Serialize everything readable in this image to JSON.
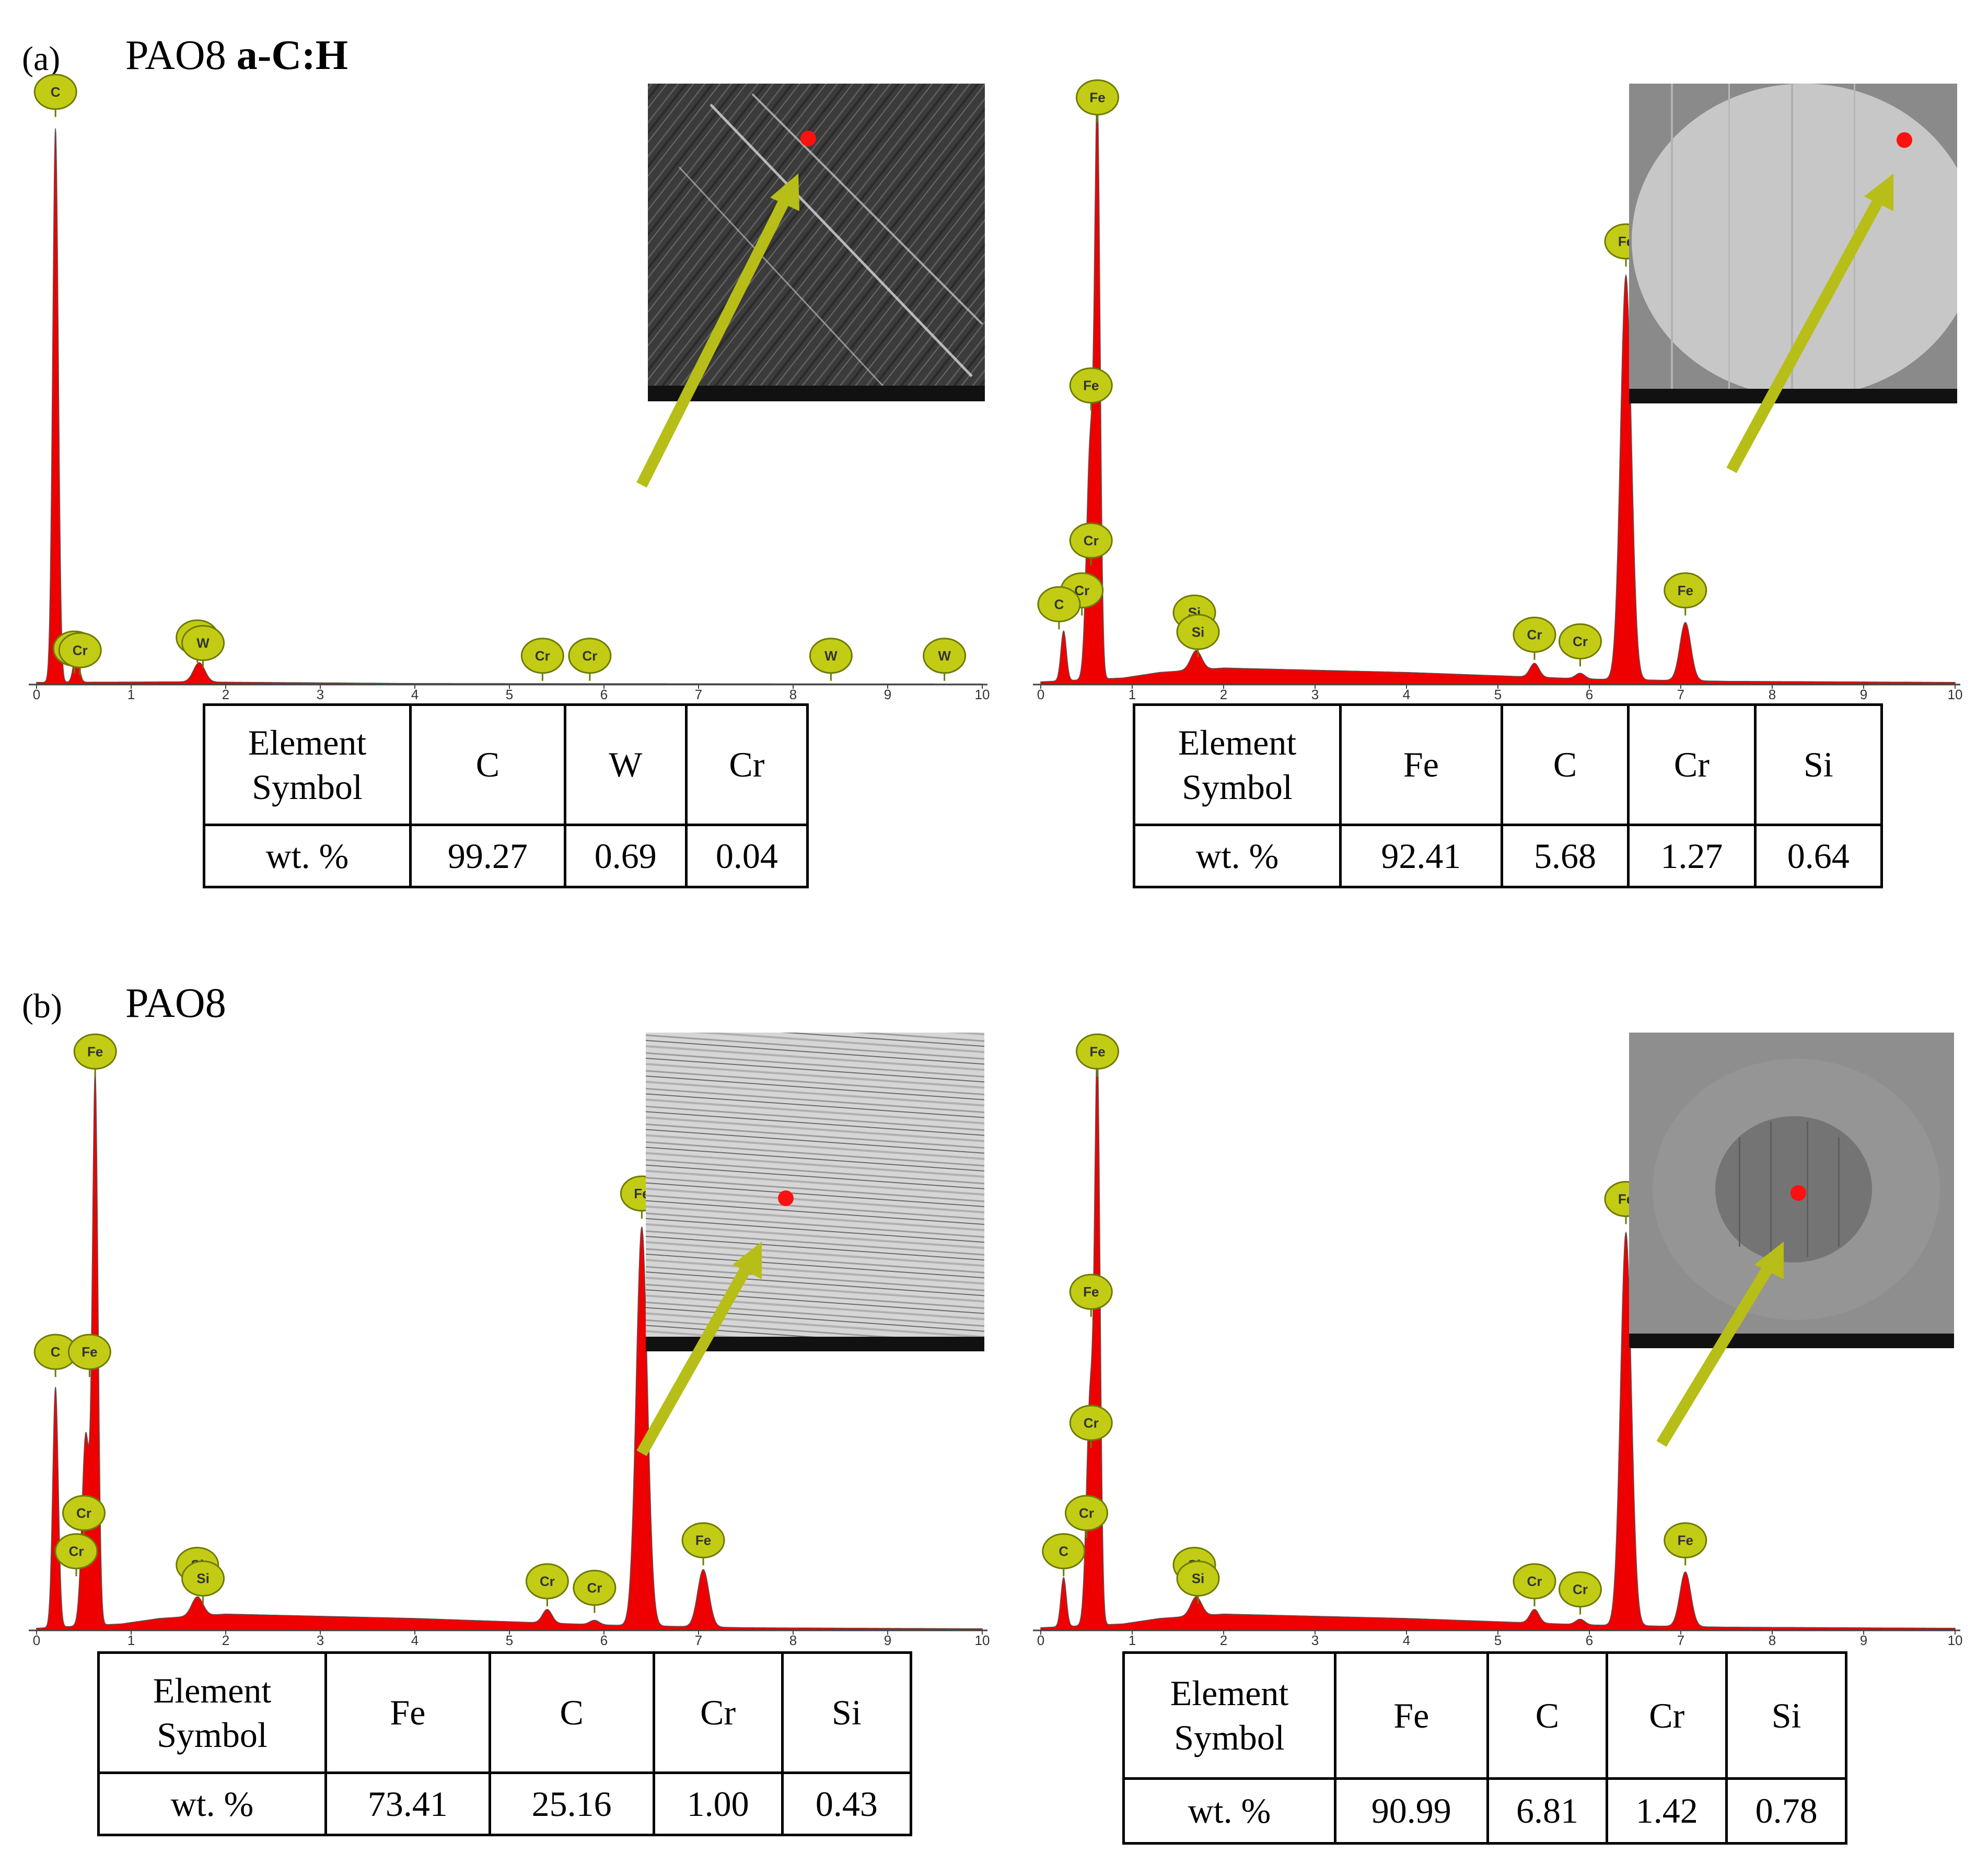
{
  "rows": [
    {
      "label": "(a)",
      "title_plain": "PAO8 ",
      "title_bold": "a-C:H"
    },
    {
      "label": "(b)",
      "title_plain": "PAO8",
      "title_bold": ""
    }
  ],
  "colors": {
    "spectrum_fill": "#ee0000",
    "badge_fill": "#c3cc15",
    "badge_stroke": "#6d7a00",
    "arrow": "#b7be17",
    "marker": "#ff1010"
  },
  "chart_data": [
    {
      "type": "area",
      "panel": "a-left",
      "xlim": [
        0,
        10
      ],
      "ticks": [
        "0",
        "1",
        "2",
        "3",
        "4",
        "5",
        "6",
        "7",
        "8",
        "9",
        "10"
      ],
      "peaks": [
        {
          "x": 0.2,
          "h": 1.0,
          "w": 0.03
        },
        {
          "x": 0.42,
          "h": 0.055,
          "w": 0.03
        },
        {
          "x": 1.72,
          "h": 0.035,
          "w": 0.06
        }
      ],
      "baseline": [
        [
          0,
          0.004
        ],
        [
          1.5,
          0.005
        ],
        [
          4,
          0.002
        ],
        [
          10,
          0.001
        ]
      ],
      "badges": [
        {
          "el": "C",
          "x": 0.2,
          "h": 1.07
        },
        {
          "el": "Cr",
          "x": 0.4,
          "h": 0.065
        },
        {
          "el": "Cr",
          "x": 0.46,
          "h": 0.062
        },
        {
          "el": "W",
          "x": 1.7,
          "h": 0.085
        },
        {
          "el": "W",
          "x": 1.76,
          "h": 0.075
        },
        {
          "el": "Cr",
          "x": 5.35,
          "h": 0.052
        },
        {
          "el": "Cr",
          "x": 5.85,
          "h": 0.052
        },
        {
          "el": "W",
          "x": 8.4,
          "h": 0.052
        },
        {
          "el": "W",
          "x": 9.6,
          "h": 0.052
        }
      ],
      "table": {
        "header": "Element Symbol",
        "symbols": [
          "C",
          "W",
          "Cr"
        ],
        "row_label": "wt. %",
        "values": [
          "99.27",
          "0.69",
          "0.04"
        ]
      }
    },
    {
      "type": "area",
      "panel": "a-right",
      "xlim": [
        0,
        10
      ],
      "ticks": [
        "0",
        "1",
        "2",
        "3",
        "4",
        "5",
        "6",
        "7",
        "8",
        "9",
        "10"
      ],
      "peaks": [
        {
          "x": 0.25,
          "h": 0.09,
          "w": 0.03
        },
        {
          "x": 0.54,
          "h": 0.42,
          "w": 0.04
        },
        {
          "x": 0.62,
          "h": 1.0,
          "w": 0.03
        },
        {
          "x": 1.7,
          "h": 0.035,
          "w": 0.06
        },
        {
          "x": 5.4,
          "h": 0.025,
          "w": 0.05
        },
        {
          "x": 5.9,
          "h": 0.01,
          "w": 0.05
        },
        {
          "x": 6.4,
          "h": 0.73,
          "w": 0.06
        },
        {
          "x": 7.05,
          "h": 0.105,
          "w": 0.06
        }
      ],
      "baseline": [
        [
          0,
          0.005
        ],
        [
          0.9,
          0.012
        ],
        [
          1.3,
          0.022
        ],
        [
          2.0,
          0.03
        ],
        [
          4.0,
          0.022
        ],
        [
          6.0,
          0.01
        ],
        [
          7.5,
          0.006
        ],
        [
          10,
          0.004
        ]
      ],
      "badges": [
        {
          "el": "Fe",
          "x": 0.62,
          "h": 1.06
        },
        {
          "el": "Fe",
          "x": 0.55,
          "h": 0.54
        },
        {
          "el": "Cr",
          "x": 0.55,
          "h": 0.26
        },
        {
          "el": "Cr",
          "x": 0.45,
          "h": 0.17
        },
        {
          "el": "C",
          "x": 0.2,
          "h": 0.145
        },
        {
          "el": "Si",
          "x": 1.68,
          "h": 0.13
        },
        {
          "el": "Si",
          "x": 1.72,
          "h": 0.095
        },
        {
          "el": "Cr",
          "x": 5.4,
          "h": 0.09
        },
        {
          "el": "Cr",
          "x": 5.9,
          "h": 0.078
        },
        {
          "el": "Fe",
          "x": 6.4,
          "h": 0.8
        },
        {
          "el": "Fe",
          "x": 7.05,
          "h": 0.17
        }
      ],
      "table": {
        "header": "Element Symbol",
        "symbols": [
          "Fe",
          "C",
          "Cr",
          "Si"
        ],
        "row_label": "wt. %",
        "values": [
          "92.41",
          "5.68",
          "1.27",
          "0.64"
        ]
      }
    },
    {
      "type": "area",
      "panel": "b-left",
      "xlim": [
        0,
        10
      ],
      "ticks": [
        "0",
        "1",
        "2",
        "3",
        "4",
        "5",
        "6",
        "7",
        "8",
        "9",
        "10"
      ],
      "peaks": [
        {
          "x": 0.2,
          "h": 0.44,
          "w": 0.03
        },
        {
          "x": 0.52,
          "h": 0.35,
          "w": 0.04
        },
        {
          "x": 0.62,
          "h": 1.0,
          "w": 0.03
        },
        {
          "x": 1.7,
          "h": 0.035,
          "w": 0.06
        },
        {
          "x": 5.4,
          "h": 0.025,
          "w": 0.05
        },
        {
          "x": 5.9,
          "h": 0.008,
          "w": 0.05
        },
        {
          "x": 6.4,
          "h": 0.73,
          "w": 0.06
        },
        {
          "x": 7.05,
          "h": 0.105,
          "w": 0.06
        }
      ],
      "baseline": [
        [
          0,
          0.004
        ],
        [
          0.9,
          0.012
        ],
        [
          1.3,
          0.022
        ],
        [
          2.0,
          0.03
        ],
        [
          4.0,
          0.022
        ],
        [
          6.0,
          0.01
        ],
        [
          7.5,
          0.005
        ],
        [
          10,
          0.003
        ]
      ],
      "badges": [
        {
          "el": "Fe",
          "x": 0.62,
          "h": 1.06
        },
        {
          "el": "C",
          "x": 0.2,
          "h": 0.51
        },
        {
          "el": "Fe",
          "x": 0.56,
          "h": 0.51
        },
        {
          "el": "Cr",
          "x": 0.5,
          "h": 0.215
        },
        {
          "el": "Cr",
          "x": 0.42,
          "h": 0.145
        },
        {
          "el": "Si",
          "x": 1.7,
          "h": 0.12
        },
        {
          "el": "Si",
          "x": 1.76,
          "h": 0.095
        },
        {
          "el": "Cr",
          "x": 5.4,
          "h": 0.09
        },
        {
          "el": "Cr",
          "x": 5.9,
          "h": 0.078
        },
        {
          "el": "Fe",
          "x": 6.4,
          "h": 0.8
        },
        {
          "el": "Fe",
          "x": 7.05,
          "h": 0.165
        }
      ],
      "table": {
        "header": "Element Symbol",
        "symbols": [
          "Fe",
          "C",
          "Cr",
          "Si"
        ],
        "row_label": "wt. %",
        "values": [
          "73.41",
          "25.16",
          "1.00",
          "0.43"
        ]
      }
    },
    {
      "type": "area",
      "panel": "b-right",
      "xlim": [
        0,
        10
      ],
      "ticks": [
        "0",
        "1",
        "2",
        "3",
        "4",
        "5",
        "6",
        "7",
        "8",
        "9",
        "10"
      ],
      "peaks": [
        {
          "x": 0.25,
          "h": 0.09,
          "w": 0.03
        },
        {
          "x": 0.54,
          "h": 0.42,
          "w": 0.04
        },
        {
          "x": 0.62,
          "h": 1.0,
          "w": 0.03
        },
        {
          "x": 1.7,
          "h": 0.035,
          "w": 0.06
        },
        {
          "x": 5.4,
          "h": 0.025,
          "w": 0.05
        },
        {
          "x": 5.9,
          "h": 0.01,
          "w": 0.05
        },
        {
          "x": 6.4,
          "h": 0.72,
          "w": 0.06
        },
        {
          "x": 7.05,
          "h": 0.1,
          "w": 0.06
        }
      ],
      "baseline": [
        [
          0,
          0.005
        ],
        [
          0.9,
          0.012
        ],
        [
          1.3,
          0.022
        ],
        [
          2.0,
          0.03
        ],
        [
          4.0,
          0.022
        ],
        [
          6.0,
          0.01
        ],
        [
          7.5,
          0.006
        ],
        [
          10,
          0.004
        ]
      ],
      "badges": [
        {
          "el": "Fe",
          "x": 0.62,
          "h": 1.06
        },
        {
          "el": "Fe",
          "x": 0.55,
          "h": 0.62
        },
        {
          "el": "Cr",
          "x": 0.55,
          "h": 0.38
        },
        {
          "el": "Cr",
          "x": 0.5,
          "h": 0.215
        },
        {
          "el": "C",
          "x": 0.25,
          "h": 0.145
        },
        {
          "el": "Si",
          "x": 1.68,
          "h": 0.12
        },
        {
          "el": "Si",
          "x": 1.72,
          "h": 0.095
        },
        {
          "el": "Cr",
          "x": 5.4,
          "h": 0.09
        },
        {
          "el": "Cr",
          "x": 5.9,
          "h": 0.075
        },
        {
          "el": "Fe",
          "x": 6.4,
          "h": 0.79
        },
        {
          "el": "Fe",
          "x": 7.05,
          "h": 0.165
        }
      ],
      "table": {
        "header": "Element Symbol",
        "symbols": [
          "Fe",
          "C",
          "Cr",
          "Si"
        ],
        "row_label": "wt. %",
        "values": [
          "90.99",
          "6.81",
          "1.42",
          "0.78"
        ]
      }
    }
  ]
}
